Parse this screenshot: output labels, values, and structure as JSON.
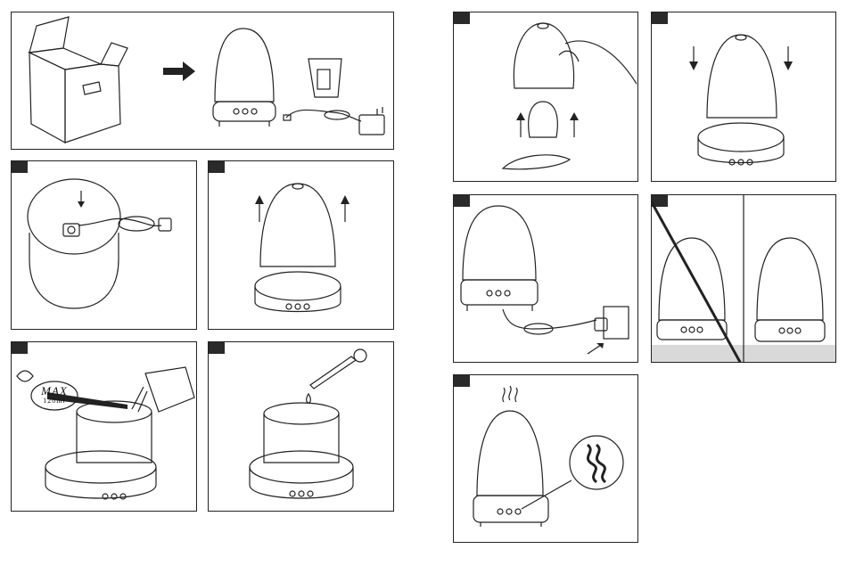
{
  "page": {
    "width": 950,
    "height": 653
  },
  "step_label": {
    "max": "MAX",
    "capacity": "120ml"
  },
  "panels": [
    {
      "id": "unbox"
    },
    {
      "id": "base-bottom-cable"
    },
    {
      "id": "lift-cover"
    },
    {
      "id": "fill-water"
    },
    {
      "id": "add-oil"
    },
    {
      "id": "remove-inner-cup"
    },
    {
      "id": "replace-cover"
    },
    {
      "id": "plug-in"
    },
    {
      "id": "surface-check"
    },
    {
      "id": "mist-button"
    }
  ],
  "colors": {
    "line": "#222222",
    "fill_grey": "#d9d9d9",
    "dark": "#2a2a2a"
  }
}
